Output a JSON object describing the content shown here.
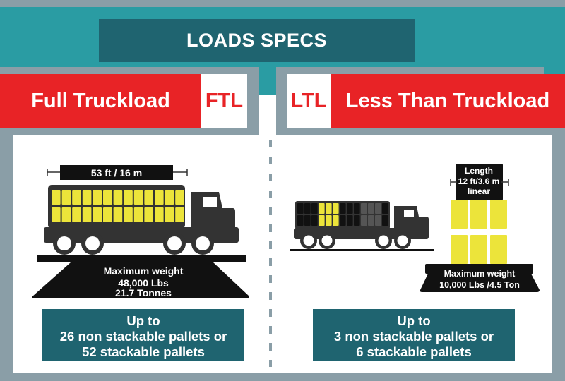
{
  "header": {
    "title": "LOADS SPECS"
  },
  "ftl": {
    "label": "Full Truckload",
    "abbr": "FTL",
    "length": "53 ft / 16 m",
    "weight": [
      "Maximum weight",
      "48,000 Lbs",
      "21.7 Tonnes"
    ],
    "capacity": [
      "Up to",
      "26 non stackable pallets or",
      "52 stackable pallets"
    ],
    "pallets_shown": 26
  },
  "ltl": {
    "label": "Less Than Truckload",
    "abbr": "LTL",
    "length": [
      "Length",
      "12 ft/3.6 m",
      "linear"
    ],
    "weight": [
      "Maximum weight",
      "10,000 Lbs /4.5 Ton"
    ],
    "capacity": [
      "Up to",
      "3 non stackable pallets or",
      "6 stackable pallets"
    ],
    "pallets_shown": 6
  },
  "colors": {
    "red": "#e82326",
    "teal": "#2a9ca3",
    "dark_teal": "#1f6470",
    "gray": "#8a9ea7",
    "pallet": "#ece43a",
    "truck": "#333333"
  }
}
